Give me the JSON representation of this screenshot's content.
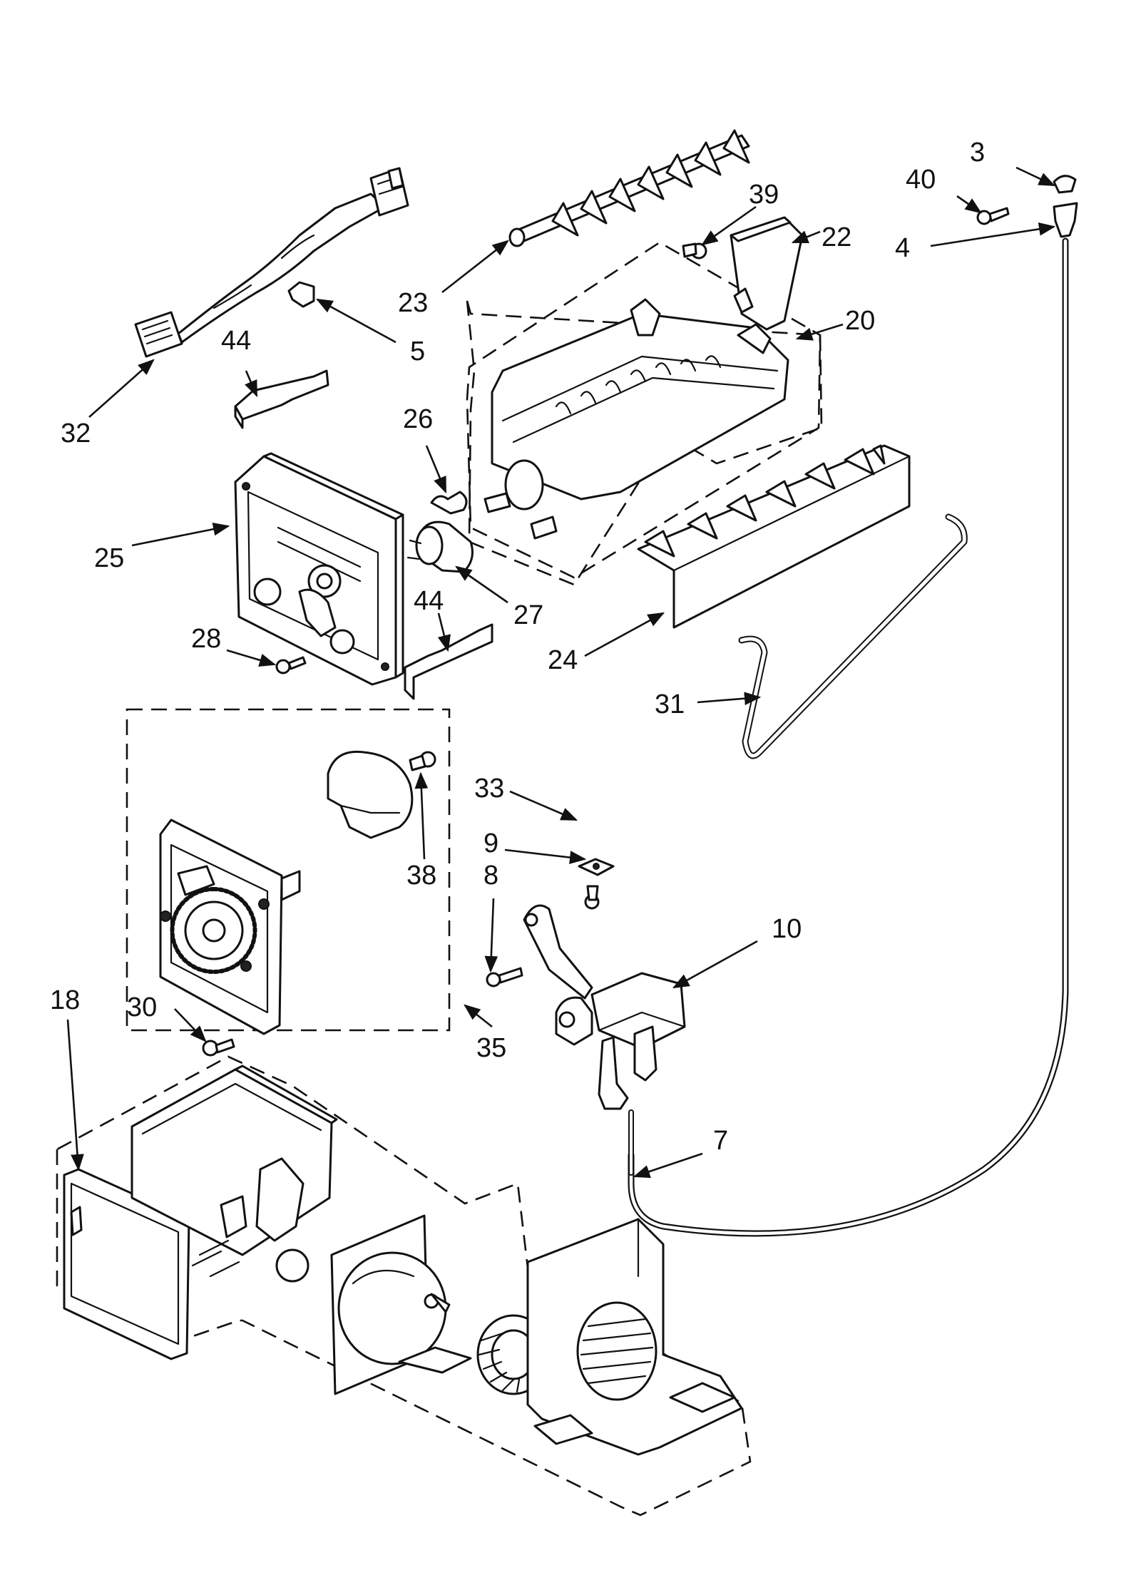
{
  "callouts": [
    {
      "id": "c3",
      "label": "3"
    },
    {
      "id": "c40",
      "label": "40"
    },
    {
      "id": "c4",
      "label": "4"
    },
    {
      "id": "c39",
      "label": "39"
    },
    {
      "id": "c22",
      "label": "22"
    },
    {
      "id": "c23",
      "label": "23"
    },
    {
      "id": "c20",
      "label": "20"
    },
    {
      "id": "c5",
      "label": "5"
    },
    {
      "id": "c44a",
      "label": "44"
    },
    {
      "id": "c32",
      "label": "32"
    },
    {
      "id": "c26",
      "label": "26"
    },
    {
      "id": "c25",
      "label": "25"
    },
    {
      "id": "c27",
      "label": "27"
    },
    {
      "id": "c44b",
      "label": "44"
    },
    {
      "id": "c24",
      "label": "24"
    },
    {
      "id": "c28",
      "label": "28"
    },
    {
      "id": "c31",
      "label": "31"
    },
    {
      "id": "c33",
      "label": "33"
    },
    {
      "id": "c9",
      "label": "9"
    },
    {
      "id": "c38",
      "label": "38"
    },
    {
      "id": "c8",
      "label": "8"
    },
    {
      "id": "c10",
      "label": "10"
    },
    {
      "id": "c18",
      "label": "18"
    },
    {
      "id": "c30",
      "label": "30"
    },
    {
      "id": "c35",
      "label": "35"
    },
    {
      "id": "c7",
      "label": "7"
    }
  ]
}
